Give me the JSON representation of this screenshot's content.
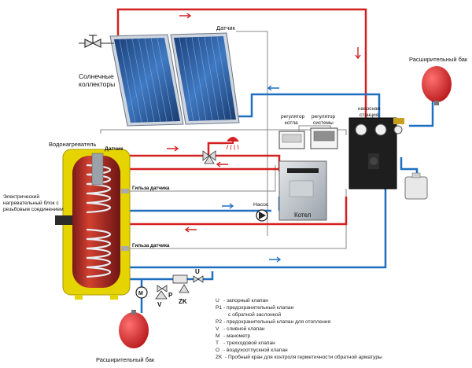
{
  "labels": {
    "solar_collectors": [
      "Солнечные",
      "коллекторы"
    ],
    "sensor_top": "Датчик",
    "expansion_tank_right": "Расширительный бак",
    "expansion_tank_bottom": "Расширительный бак",
    "regulator_boiler": [
      "регулятор",
      "котла"
    ],
    "regulator_system": [
      "регулятор",
      "системы"
    ],
    "pump_station": [
      "насосная",
      "станция"
    ],
    "water_heater": "Водонагреватель",
    "sensor_tank": "Датчик",
    "electric_block": [
      "Электрический",
      "нагревательный блок с",
      "резьбовым соединением"
    ],
    "sensor_sleeve_1": "Гильза датчика",
    "sensor_sleeve_2": "Гильза датчика",
    "pump": "Насос",
    "boiler": "Котел",
    "valve_u": "U",
    "valve_p": "P",
    "valve_v": "V",
    "valve_zk": "ZK",
    "manometer": "M"
  },
  "legend": [
    {
      "code": "U",
      "text": "- запорный клапан"
    },
    {
      "code": "P1",
      "text": "- предохранительный клапан"
    },
    {
      "code": "",
      "text": "с обратной заслонкой"
    },
    {
      "code": "P2",
      "text": "- предохранительный клапан для отопления"
    },
    {
      "code": "V",
      "text": "- сливной клапан"
    },
    {
      "code": "M",
      "text": "- манометр"
    },
    {
      "code": "T",
      "text": "- трехходовой клапан"
    },
    {
      "code": "O",
      "text": "- воздухоотпускной клапан"
    },
    {
      "code": "ZK",
      "text": "- Пробный кран для контроля герметичности обратной арматуры"
    }
  ],
  "colors": {
    "hot_pipe": "#d42020",
    "cold_pipe": "#1f6fc0",
    "sensor_wire": "#888888",
    "tank_body": "#f2e200",
    "tank_inner": "#c0392b",
    "collector_blue": "#2a5d9f",
    "expansion_tank": "#e02828"
  }
}
